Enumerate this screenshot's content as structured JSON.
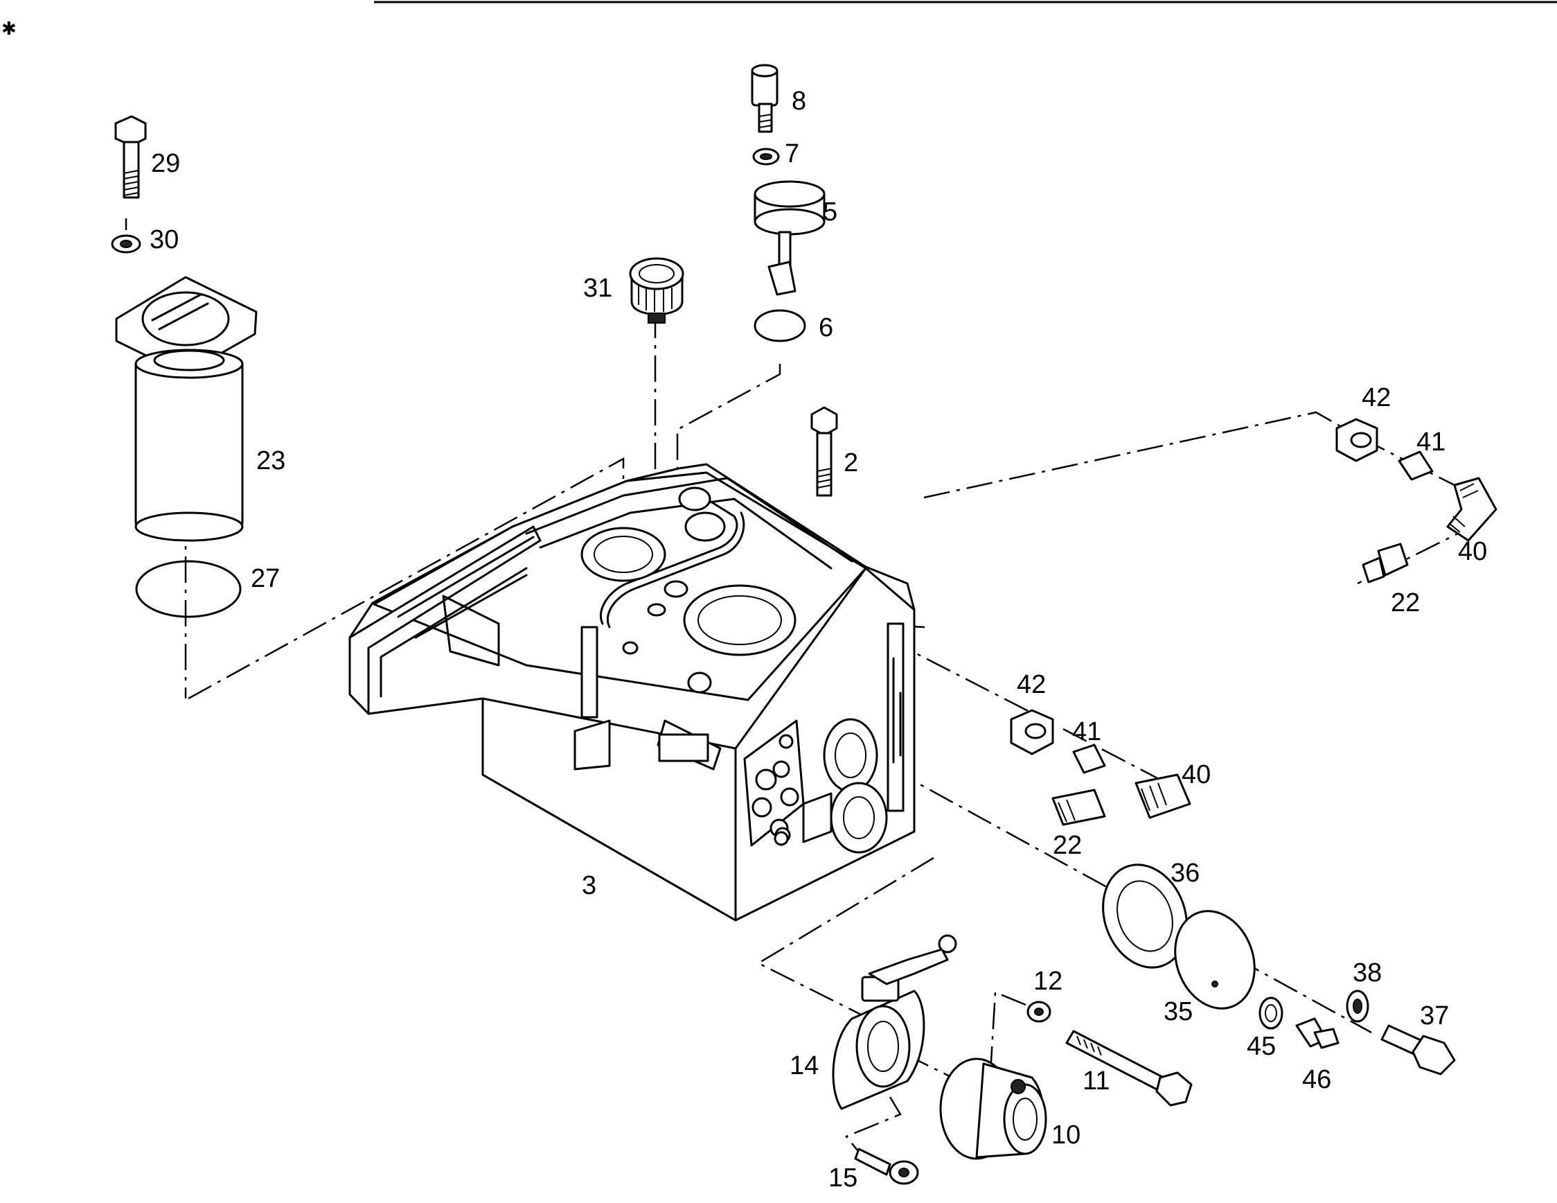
{
  "diagram": {
    "callouts": [
      {
        "id": "c29",
        "text": "29"
      },
      {
        "id": "c30",
        "text": "30"
      },
      {
        "id": "c23",
        "text": "23"
      },
      {
        "id": "c27",
        "text": "27"
      },
      {
        "id": "c8",
        "text": "8"
      },
      {
        "id": "c7",
        "text": "7"
      },
      {
        "id": "c5",
        "text": "5"
      },
      {
        "id": "c31",
        "text": "31"
      },
      {
        "id": "c6",
        "text": "6"
      },
      {
        "id": "c2",
        "text": "2"
      },
      {
        "id": "c3",
        "text": "3"
      },
      {
        "id": "c42a",
        "text": "42"
      },
      {
        "id": "c41a",
        "text": "41"
      },
      {
        "id": "c40a",
        "text": "40"
      },
      {
        "id": "c22a",
        "text": "22"
      },
      {
        "id": "c42b",
        "text": "42"
      },
      {
        "id": "c41b",
        "text": "41"
      },
      {
        "id": "c40b",
        "text": "40"
      },
      {
        "id": "c22b",
        "text": "22"
      },
      {
        "id": "c36",
        "text": "36"
      },
      {
        "id": "c35",
        "text": "35"
      },
      {
        "id": "c38",
        "text": "38"
      },
      {
        "id": "c37",
        "text": "37"
      },
      {
        "id": "c45",
        "text": "45"
      },
      {
        "id": "c46",
        "text": "46"
      },
      {
        "id": "c12",
        "text": "12"
      },
      {
        "id": "c11",
        "text": "11"
      },
      {
        "id": "c14",
        "text": "14"
      },
      {
        "id": "c10",
        "text": "10"
      },
      {
        "id": "c15",
        "text": "15"
      }
    ]
  }
}
